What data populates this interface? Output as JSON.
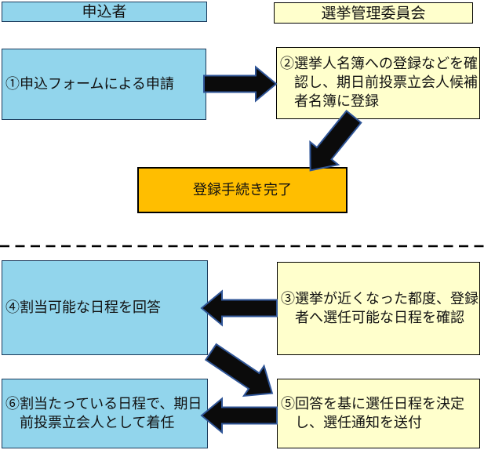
{
  "lanes": {
    "applicant": "申込者",
    "committee": "選挙管理委員会"
  },
  "boxes": {
    "step1": {
      "lines": [
        "①申込フォームによる申請"
      ]
    },
    "step2": {
      "lines": [
        "②選挙人名簿への登録などを確",
        "認し、期日前投票立会人候補",
        "者名簿に登録"
      ]
    },
    "complete": {
      "label": "登録手続き完了"
    },
    "step3": {
      "lines": [
        "③選挙が近くなった都度、登録",
        "者へ選任可能な日程を確認"
      ]
    },
    "step4": {
      "lines": [
        "④割当可能な日程を回答"
      ]
    },
    "step5": {
      "lines": [
        "⑤回答を基に選任日程を決定",
        "し、選任通知を送付"
      ]
    },
    "step6": {
      "lines": [
        "⑥割当たっている日程で、期日",
        "前投票立会人として着任"
      ]
    }
  },
  "colors": {
    "applicant_box": "#92D5EC",
    "committee_box": "#FFFFCC",
    "complete_box": "#FFBE00",
    "box_border": "#000000",
    "arrow_fill": "#0B0B0B",
    "arrow_outline": "#2F5597",
    "divider": "#000000"
  }
}
